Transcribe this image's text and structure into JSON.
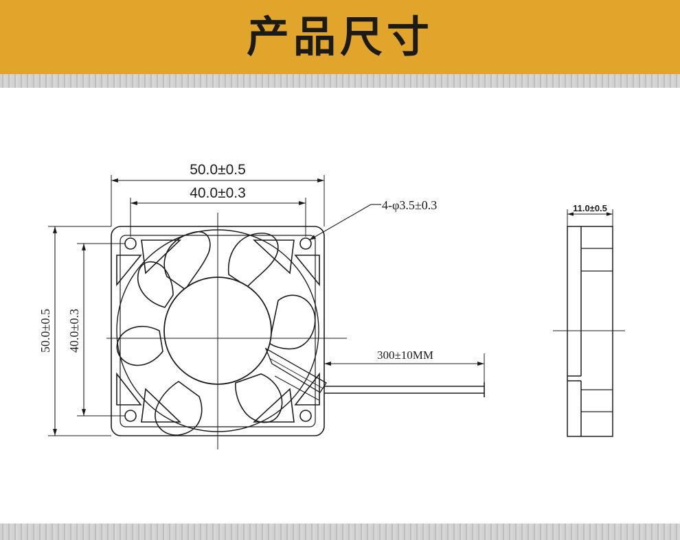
{
  "header": {
    "title": "产品尺寸"
  },
  "colors": {
    "banner": "#e2a52c",
    "line": "#1a1a1a"
  },
  "dimensions": {
    "outer_width": "50.0±0.5",
    "hole_spacing_width": "40.0±0.3",
    "mount_hole": "4-φ3.5±0.3",
    "outer_height": "50.0±0.5",
    "hole_spacing_height": "40.0±0.3",
    "cable_length": "300±10MM",
    "thickness": "11.0±0.5"
  }
}
